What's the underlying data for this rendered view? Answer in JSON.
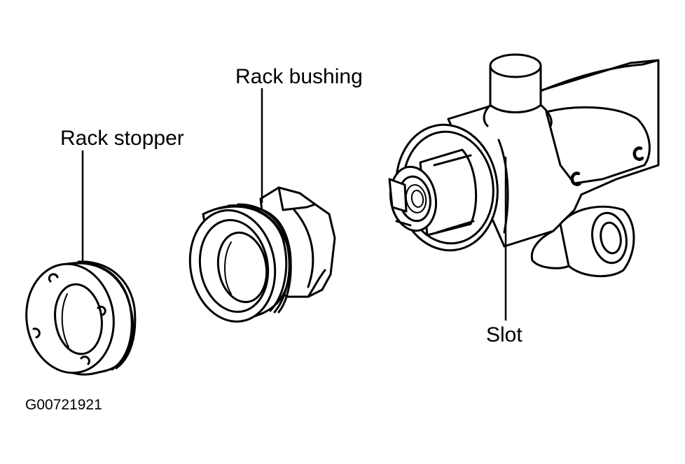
{
  "labels": {
    "rack_stopper": "Rack stopper",
    "rack_bushing": "Rack bushing",
    "slot": "Slot"
  },
  "figure_id": "G00721921",
  "colors": {
    "ink": "#000000",
    "background": "#ffffff"
  }
}
